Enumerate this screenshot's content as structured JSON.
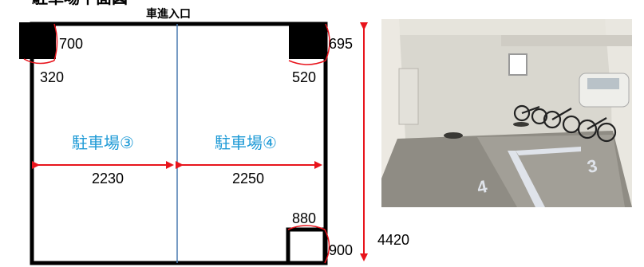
{
  "heading": "駐車場平面図",
  "entrance_label": "車進入口",
  "dimensions": {
    "left_pillar_width": "700",
    "left_pillar_depth": "320",
    "right_pillar_depth": "695",
    "right_pillar_width": "520",
    "lot3_width": "2230",
    "lot4_width": "2250",
    "box_width": "880",
    "box_depth": "900",
    "total_depth": "4420"
  },
  "lots": {
    "lot3": "駐車場③",
    "lot4": "駐車場④"
  },
  "photo": {
    "floor_number_3": "3",
    "floor_number_4": "4"
  },
  "colors": {
    "arrow": "#e8141c",
    "lot_label": "#1e9ad6",
    "divider": "#4a7ab0",
    "photo_floor": "#8f8c84",
    "photo_wall": "#d9d7cf"
  }
}
